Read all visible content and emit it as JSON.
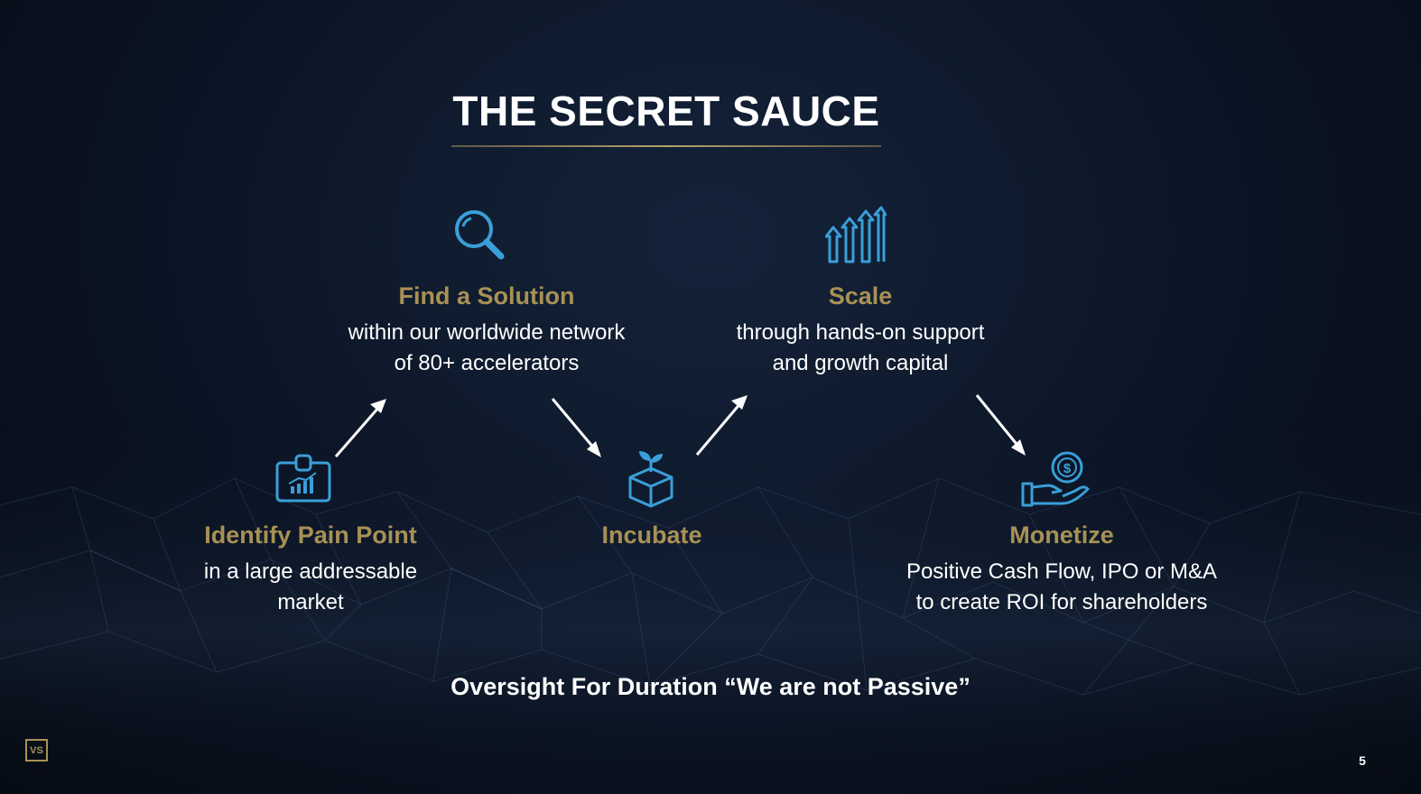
{
  "slide": {
    "title": "THE SECRET SAUCE",
    "tagline": "Oversight For Duration “We are not Passive”",
    "logo_text": "VS",
    "page_number": "5"
  },
  "steps": [
    {
      "icon": "id-badge-chart-icon",
      "heading": "Identify Pain Point",
      "desc_line1": "in a large addressable",
      "desc_line2": "market"
    },
    {
      "icon": "magnifying-glass-icon",
      "heading": "Find a Solution",
      "desc_line1": "within our worldwide network",
      "desc_line2": "of 80+ accelerators"
    },
    {
      "icon": "box-sprout-icon",
      "heading": "Incubate",
      "desc_line1": "",
      "desc_line2": ""
    },
    {
      "icon": "growth-arrows-icon",
      "heading": "Scale",
      "desc_line1": "through hands-on support",
      "desc_line2": "and growth capital"
    },
    {
      "icon": "hand-coin-icon",
      "heading": "Monetize",
      "desc_line1": "Positive Cash Flow, IPO or M&A",
      "desc_line2": "to create ROI for shareholders"
    }
  ],
  "colors": {
    "accent_gold": "#a89155",
    "icon_blue": "#3a9fd8",
    "background": "#0b1424"
  }
}
